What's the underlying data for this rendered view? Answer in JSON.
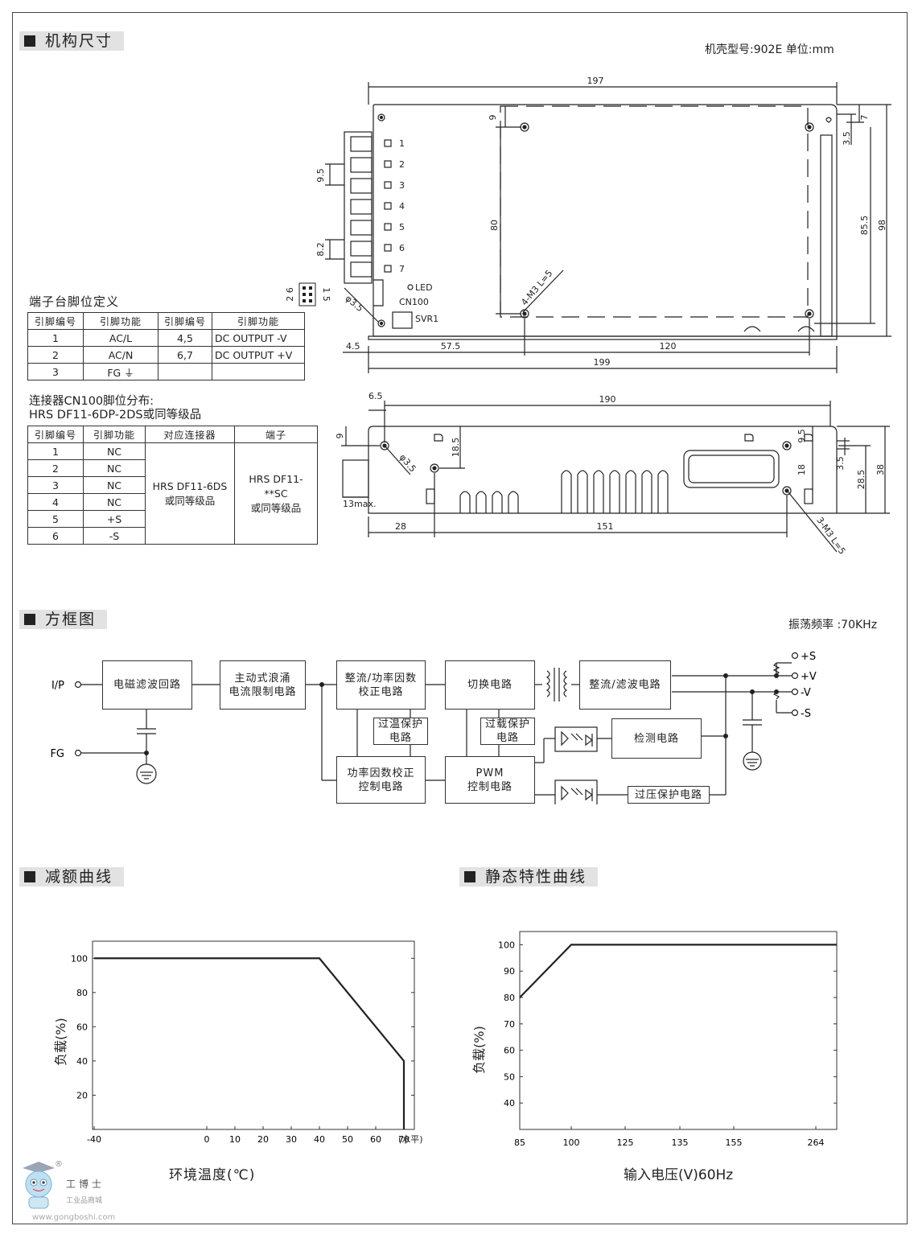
{
  "sections": {
    "mech": "机构尺寸",
    "block": "方框图",
    "derating": "减额曲线",
    "static": "静态特性曲线"
  },
  "case_note": "机壳型号:902E    单位:mm",
  "osc_note": "振荡频率 :70KHz",
  "dims_top": {
    "w197": "197",
    "w199": "199",
    "d57": "57.5",
    "d120": "120",
    "d45": "4.5",
    "h98": "98",
    "h855": "85.5",
    "h80": "80",
    "d9": "9",
    "d7": "7",
    "d35": "3.5",
    "p95": "9.5",
    "p82": "8.2",
    "screw": "4-M3 L=5",
    "hole": "φ3.5",
    "led": "LED",
    "cn100": "CN100",
    "svr1": "SVR1",
    "cn_pins_a": "2 6",
    "cn_pins_b": "1 5",
    "pins": [
      "1",
      "2",
      "3",
      "4",
      "5",
      "6",
      "7"
    ]
  },
  "dims_side": {
    "w190": "190",
    "d65": "6.5",
    "d28": "28",
    "d151": "151",
    "h38": "38",
    "h285": "28.5",
    "d9": "9",
    "d185": "18.5",
    "d95": "9.5",
    "d18": "18",
    "d35": "3.5",
    "max13": "13max.",
    "screw": "3-M3 L=5",
    "hole": "φ3.5"
  },
  "terminal_table": {
    "title": "端子台脚位定义",
    "headers": [
      "引脚编号",
      "引脚功能",
      "引脚编号",
      "引脚功能"
    ],
    "rows": [
      [
        "1",
        "AC/L",
        "4,5",
        "DC OUTPUT -V"
      ],
      [
        "2",
        "AC/N",
        "6,7",
        "DC OUTPUT +V"
      ],
      [
        "3",
        "FG ⏚",
        "",
        ""
      ]
    ]
  },
  "connector_table": {
    "title_line1": "连接器CN100脚位分布:",
    "title_line2": "HRS DF11-6DP-2DS或同等级品",
    "headers": [
      "引脚编号",
      "引脚功能",
      "对应连接器",
      "端子"
    ],
    "pins": [
      [
        "1",
        "NC"
      ],
      [
        "2",
        "NC"
      ],
      [
        "3",
        "NC"
      ],
      [
        "4",
        "NC"
      ],
      [
        "5",
        "+S"
      ],
      [
        "6",
        "-S"
      ]
    ],
    "mate": "HRS DF11-6DS\n或同等级品",
    "terminal": "HRS DF11-**SC\n或同等级品"
  },
  "block_diagram": {
    "ip": "I/P",
    "fg": "FG",
    "emi": "电磁滤波回路",
    "inrush": "主动式浪涌\n电流限制电路",
    "rect_pfc": "整流/功率因数\n校正电路",
    "switch": "切换电路",
    "rect_filter": "整流/滤波电路",
    "otp": "过温保护\n电路",
    "olp": "过载保护\n电路",
    "pfc_ctrl": "功率因数校正\n控制电路",
    "pwm": "PWM\n控制电路",
    "detect": "检测电路",
    "ovp": "过压保护电路",
    "outputs": [
      "+S",
      "+V",
      "-V",
      "-S"
    ]
  },
  "derating_chart": {
    "ylabel": "负载(%)",
    "xlabel": "环境温度(℃)",
    "x_unit": "(水平)"
  },
  "static_chart": {
    "ylabel": "负载(%)",
    "xlabel": "输入电压(V)60Hz"
  },
  "chart_data": [
    {
      "type": "line",
      "title": "减额曲线",
      "xlabel": "环境温度(℃)",
      "ylabel": "负载(%)",
      "x_ticks": [
        -40,
        0,
        10,
        20,
        30,
        40,
        50,
        60,
        70
      ],
      "y_ticks": [
        20,
        40,
        60,
        80,
        100
      ],
      "xlim": [
        -40,
        70
      ],
      "ylim": [
        0,
        110
      ],
      "series": [
        {
          "name": "load",
          "x": [
            -40,
            40,
            70,
            70
          ],
          "y": [
            100,
            100,
            40,
            0
          ]
        }
      ]
    },
    {
      "type": "line",
      "title": "静态特性曲线",
      "xlabel": "输入电压(V)60Hz",
      "ylabel": "负载(%)",
      "x_ticks": [
        "85",
        "100",
        "125",
        "135",
        "155",
        "264"
      ],
      "y_ticks": [
        40,
        50,
        60,
        70,
        80,
        90,
        100
      ],
      "ylim": [
        30,
        105
      ],
      "series": [
        {
          "name": "load",
          "x": [
            "85",
            "100",
            "264"
          ],
          "y": [
            80,
            100,
            100
          ]
        }
      ]
    }
  ],
  "logo": {
    "name": "工博士",
    "sub": "工业品商城",
    "url": "www.gongboshi.com",
    "reg": "®"
  }
}
